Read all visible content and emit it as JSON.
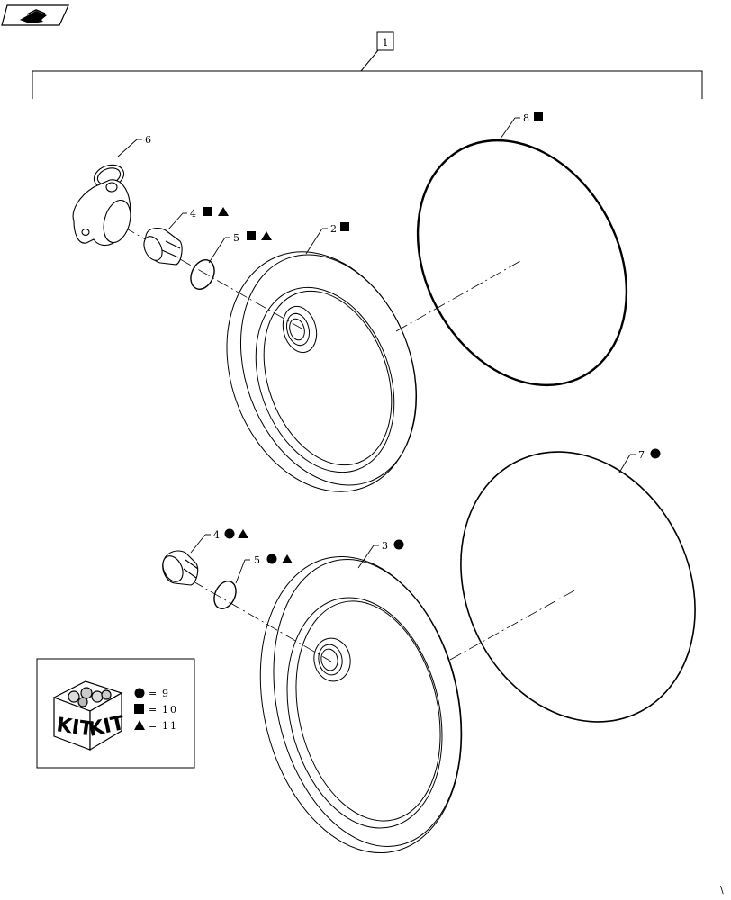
{
  "group_label": "1",
  "parts": [
    {
      "id": "p6",
      "number": "6",
      "symbols": ""
    },
    {
      "id": "p4a",
      "number": "4",
      "symbols": "■▲"
    },
    {
      "id": "p5a",
      "number": "5",
      "symbols": "■▲"
    },
    {
      "id": "p2",
      "number": "2",
      "symbols": "■"
    },
    {
      "id": "p8",
      "number": "8",
      "symbols": "■"
    },
    {
      "id": "p7",
      "number": "7",
      "symbols": "●"
    },
    {
      "id": "p4b",
      "number": "4",
      "symbols": "●▲"
    },
    {
      "id": "p5b",
      "number": "5",
      "symbols": "●▲"
    },
    {
      "id": "p3",
      "number": "3",
      "symbols": "●"
    }
  ],
  "kit_legend": {
    "box_text_left": "KIT",
    "box_text_right": "KIT",
    "entries": [
      {
        "symbol": "circle",
        "equals": "=",
        "value": "9"
      },
      {
        "symbol": "square",
        "equals": "=",
        "value": "10"
      },
      {
        "symbol": "triangle",
        "equals": "=",
        "value": "11"
      }
    ]
  },
  "footer_mark": "\\"
}
